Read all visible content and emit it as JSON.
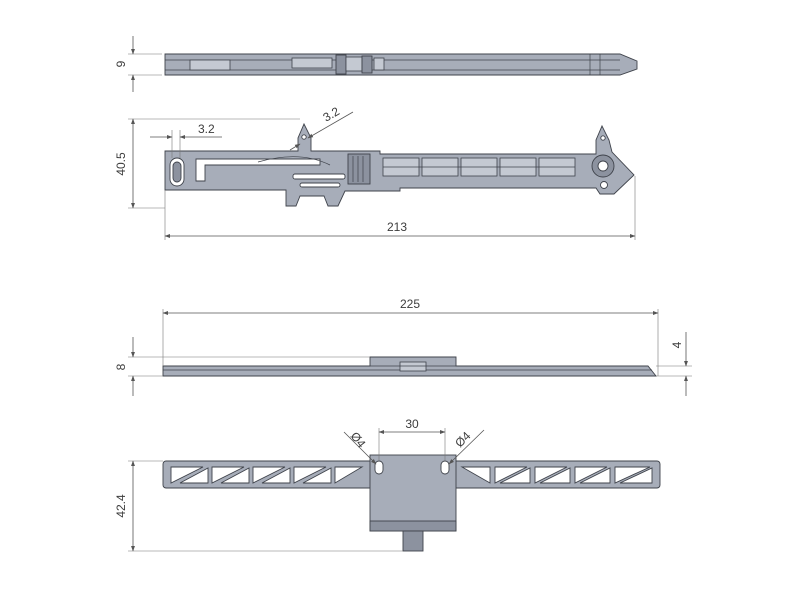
{
  "drawing": {
    "accent_color": "#a7adb9",
    "outline_color": "#3f434b",
    "background_color": "#ffffff",
    "dimensions": {
      "top_view_height": "9",
      "side_view_height": "40.5",
      "side_view_small_left": "3.2",
      "side_view_small_angled": "3.2",
      "side_view_length": "213",
      "front_view_length": "225",
      "front_view_height": "8",
      "front_view_small": "4",
      "bottom_view_hole_spacing": "30",
      "bottom_view_hole_left": "Ø4",
      "bottom_view_hole_right": "Ø4",
      "bottom_view_height": "42.4"
    }
  }
}
